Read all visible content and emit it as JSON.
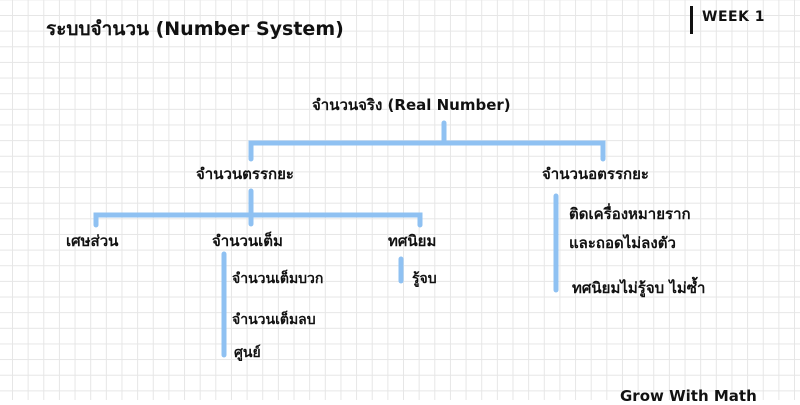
{
  "page": {
    "title": "ระบบจำนวน (Number System)",
    "week_label": "WEEK 1",
    "footer": "Grow With Math"
  },
  "diagram": {
    "line_color": "#8fc1f2",
    "root": {
      "label": "จำนวนจริง (Real Number)",
      "children": [
        {
          "label": "จำนวนตรรกยะ",
          "children": [
            {
              "label": "เศษส่วน",
              "items": []
            },
            {
              "label": "จำนวนเต็ม",
              "items": [
                "จำนวนเต็มบวก",
                "จำนวนเต็มลบ",
                "ศูนย์"
              ]
            },
            {
              "label": "ทศนิยม",
              "items": [
                "รู้จบ"
              ]
            }
          ]
        },
        {
          "label": "จำนวนอตรรกยะ",
          "items": [
            "ติดเครื่องหมายราก",
            "และถอดไม่ลงตัว",
            "ทศนิยมไม่รู้จบ ไม่ซ้ำ"
          ]
        }
      ]
    }
  }
}
